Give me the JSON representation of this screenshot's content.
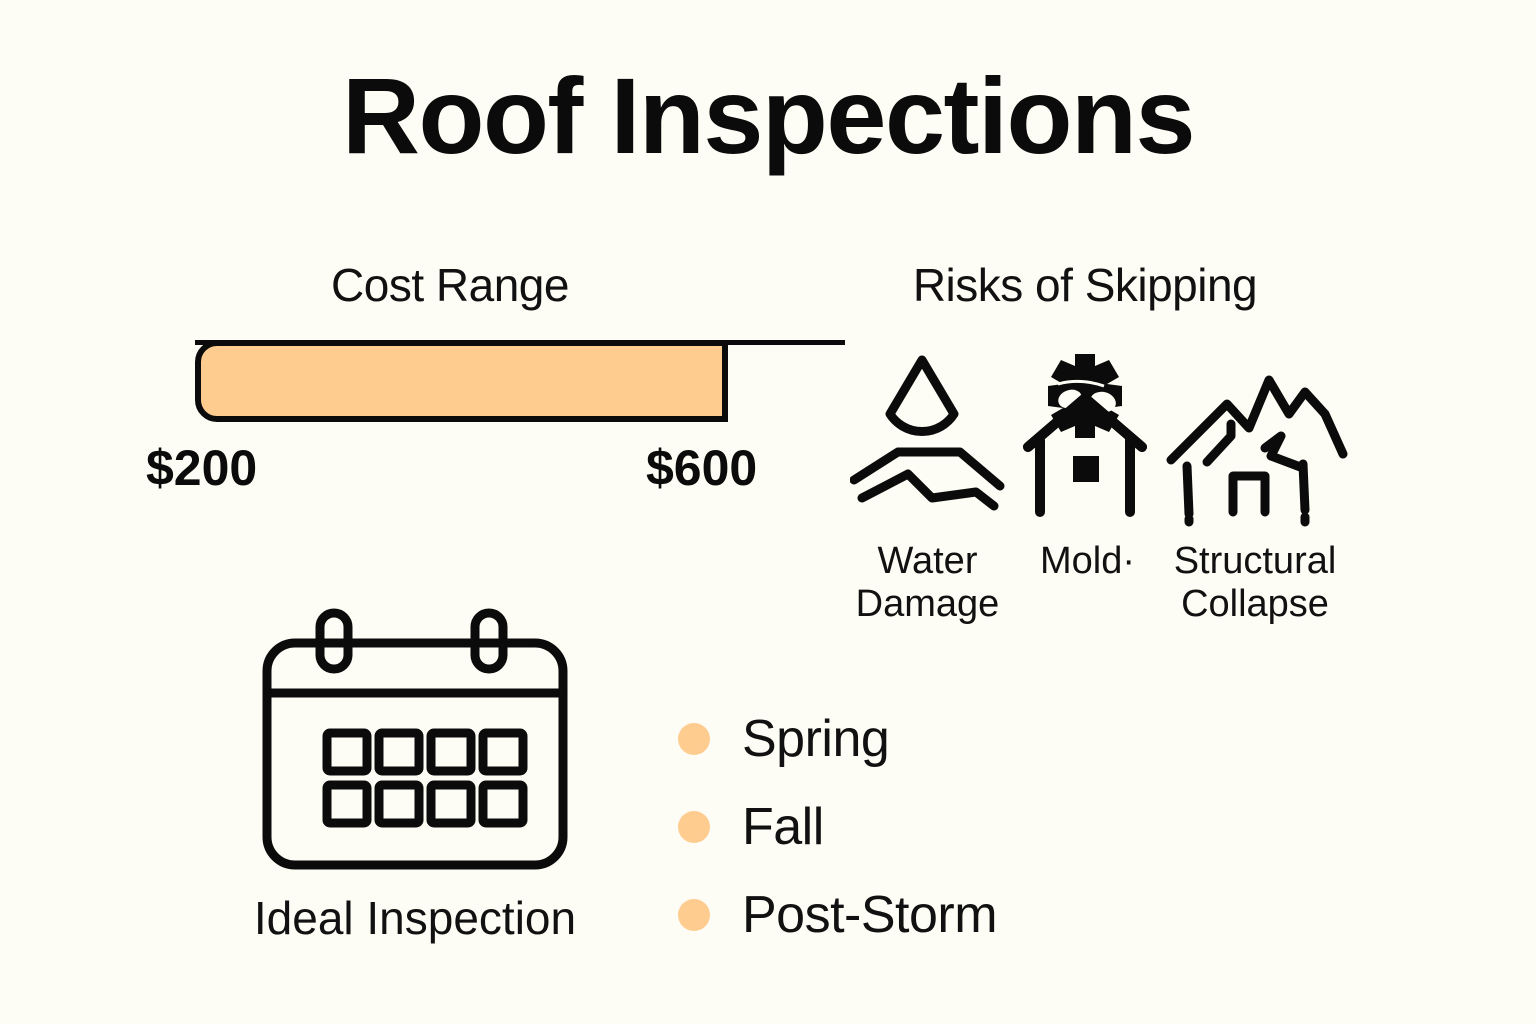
{
  "page": {
    "title": "Roof Inspections",
    "background_color": "#FDFDF5",
    "ink_color": "#0B0B0B",
    "accent_color": "#FFCC8F"
  },
  "cost_section": {
    "heading": "Cost Range",
    "min_label": "$200",
    "max_label": "$600"
  },
  "risks_section": {
    "heading": "Risks of Skipping",
    "items": [
      {
        "label": "Water\nDamage",
        "label_line1": "Water",
        "label_line2": "Damage",
        "icon": "water-drop-icon"
      },
      {
        "label": "Mold·",
        "label_line1": "Mold·",
        "label_line2": "",
        "icon": "mold-house-icon"
      },
      {
        "label": "Structural\nCollapse",
        "label_line1": "Structural",
        "label_line2": "Collapse",
        "icon": "collapsed-house-icon"
      }
    ]
  },
  "schedule_section": {
    "caption": "Ideal Inspection",
    "icon": "calendar-icon",
    "seasons": [
      {
        "label": "Spring"
      },
      {
        "label": "Fall"
      },
      {
        "label": "Post-Storm"
      }
    ]
  },
  "chart_data": {
    "type": "bar",
    "title": "Cost Range",
    "categories": [
      "Roof Inspection"
    ],
    "values": [
      600
    ],
    "range": [
      200,
      600
    ],
    "xlabel": "",
    "ylabel": "",
    "tick_labels": [
      "$200",
      "$600"
    ],
    "units": "USD",
    "grid": false,
    "legend": false,
    "notes": "Single horizontal range bar; filled portion spans $200 to $600 with a thin baseline extending beyond the fill."
  }
}
